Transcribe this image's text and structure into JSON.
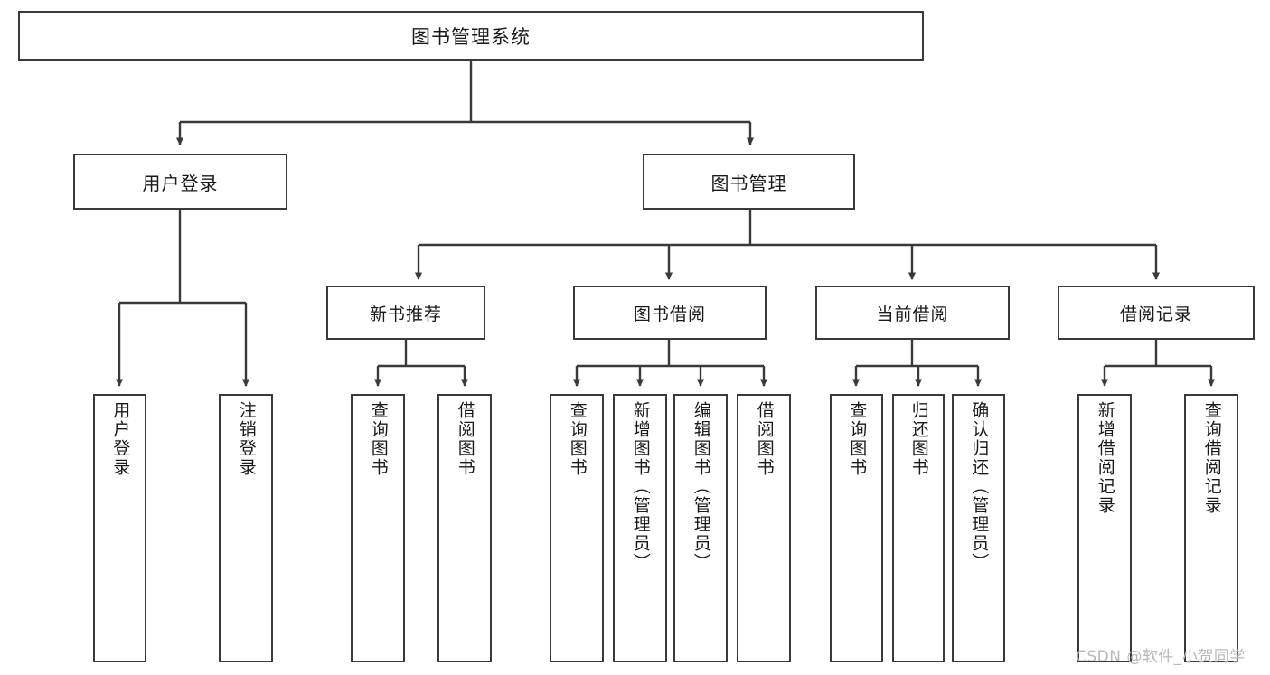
{
  "diagram": {
    "type": "tree",
    "title": "图书管理系统",
    "root": {
      "label": "图书管理系统"
    },
    "level1": [
      {
        "label": "用户登录"
      },
      {
        "label": "图书管理"
      }
    ],
    "level2": [
      {
        "label": "新书推荐"
      },
      {
        "label": "图书借阅"
      },
      {
        "label": "当前借阅"
      },
      {
        "label": "借阅记录"
      }
    ],
    "leaves": {
      "user_login": [
        {
          "label": "用户登录"
        },
        {
          "label": "注销登录"
        }
      ],
      "new_book_recommend": [
        {
          "label": "查询图书"
        },
        {
          "label": "借阅图书"
        }
      ],
      "book_borrow": [
        {
          "label": "查询图书"
        },
        {
          "label": "新增图书（管理员）"
        },
        {
          "label": "编辑图书（管理员）"
        },
        {
          "label": "借阅图书"
        }
      ],
      "current_borrow": [
        {
          "label": "查询图书"
        },
        {
          "label": "归还图书"
        },
        {
          "label": "确认归还（管理员）"
        }
      ],
      "borrow_records": [
        {
          "label": "新增借阅记录"
        },
        {
          "label": "查询借阅记录"
        }
      ]
    },
    "watermark": "CSDN @软件_小贺同学",
    "colors": {
      "stroke": "#3a3a3a",
      "background": "#ffffff",
      "text": "#1a1a1a",
      "watermark": "#b9b9b9"
    }
  }
}
